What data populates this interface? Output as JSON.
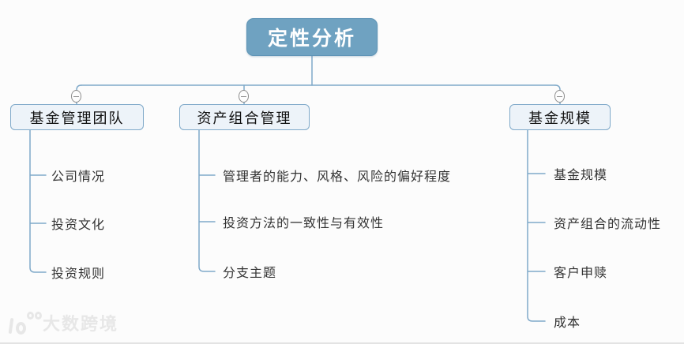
{
  "mindmap": {
    "root": {
      "label": "定性分析"
    },
    "branches": [
      {
        "label": "基金管理团队",
        "children": [
          "公司情况",
          "投资文化",
          "投资规则"
        ]
      },
      {
        "label": "资产组合管理",
        "children": [
          "管理者的能力、风格、风险的偏好程度",
          "投资方法的一致性与有效性",
          "分支主题"
        ]
      },
      {
        "label": "基金规模",
        "children": [
          "基金规模",
          "资产组合的流动性",
          "客户申赎",
          "成本"
        ]
      }
    ]
  },
  "icons": {
    "collapse": "minus-in-circle"
  },
  "watermark": {
    "brand": "大数跨境"
  },
  "colors": {
    "root_fill": "#6fa2c1",
    "root_text": "#ffffff",
    "branch_fill": "#edf3f9",
    "branch_border": "#7fa9c9",
    "connector": "#7fa9c9",
    "child_text": "#333333",
    "collapse_stroke": "#8c8c8c",
    "watermark": "#e7e7e7",
    "background": "#fcfcfc"
  }
}
